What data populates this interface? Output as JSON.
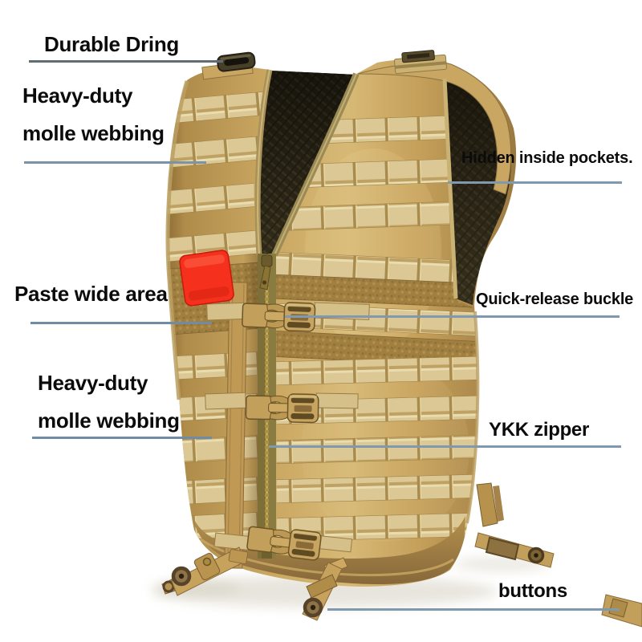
{
  "image_type": "annotated product photo",
  "product": "tactical molle vest",
  "labels": {
    "durable_dring": "Durable Dring",
    "heavy_duty_top_1": "Heavy-duty",
    "heavy_duty_top_2": "molle webbing",
    "hidden_inside_pockets": "Hidden inside pockets.",
    "paste_wide_area": "Paste wide area",
    "quick_release_buckle": "Quick-release buckle",
    "heavy_duty_bottom_1": "Heavy-duty",
    "heavy_duty_bottom_2": "molle webbing",
    "ykk_zipper": "YKK zipper",
    "buttons": "buttons"
  },
  "colors": {
    "fabric_khaki": "#c8a25c",
    "webbing_light": "#dcc894",
    "velcro_brown": "#a1803f",
    "mesh_dark": "#332d1b",
    "zipper_olive": "#7d6f37",
    "patch_red": "#f5311d",
    "hardware_bronze": "#57432a",
    "pointer_line_blue": "#7f9ab0",
    "pointer_line_gray": "#5f6e76",
    "label_text": "#0b0b0b"
  }
}
